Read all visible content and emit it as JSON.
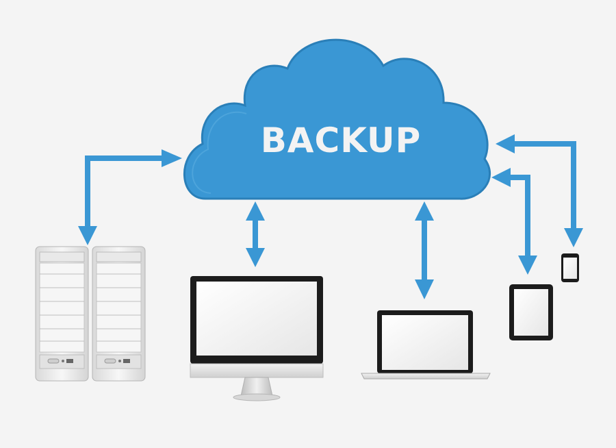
{
  "cloud": {
    "label": "BACKUP",
    "color": "#3a97d4",
    "outline_color": "#2a7fb8"
  },
  "arrow_color": "#3a97d4",
  "devices": [
    {
      "name": "server-rack-left",
      "kind": "server"
    },
    {
      "name": "server-rack-right",
      "kind": "server"
    },
    {
      "name": "desktop-monitor",
      "kind": "desktop"
    },
    {
      "name": "laptop",
      "kind": "laptop"
    },
    {
      "name": "tablet",
      "kind": "tablet"
    },
    {
      "name": "smartphone",
      "kind": "phone"
    }
  ]
}
